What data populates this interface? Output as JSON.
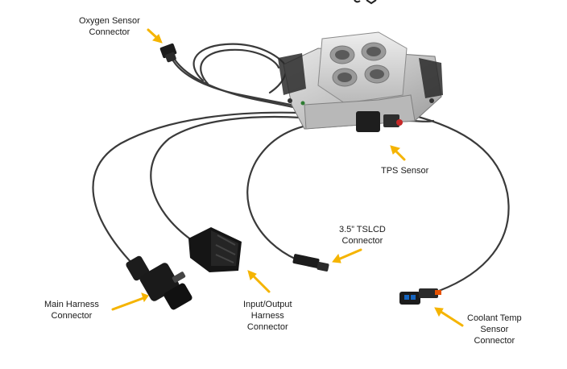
{
  "colors": {
    "arrow": "#f5b400",
    "wire": "#3a3a3a",
    "body": "#c9c9c9",
    "connector": "#1c1c1c"
  },
  "labels": {
    "oxygen_sensor": [
      "Oxygen Sensor",
      "Connector"
    ],
    "tps_sensor": [
      "TPS Sensor"
    ],
    "tslcd": [
      "3.5” TSLCD",
      "Connector"
    ],
    "main_harness": [
      "Main Harness",
      "Connector"
    ],
    "io_harness": [
      "Input/Output",
      "Harness",
      "Connector"
    ],
    "coolant_temp": [
      "Coolant Temp",
      "Sensor",
      "Connector"
    ]
  }
}
